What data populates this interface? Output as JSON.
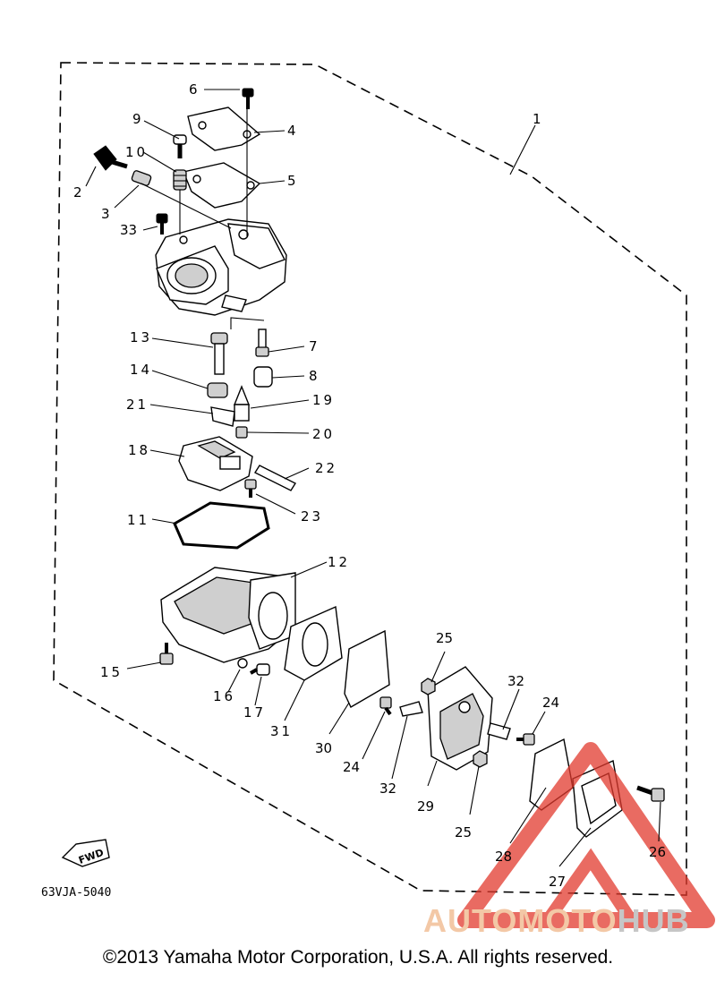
{
  "diagram_code": "63VJA-5040",
  "copyright": "©2013 Yamaha Motor Corporation, U.S.A. All rights reserved.",
  "watermark": {
    "part_a": "AUTOMOTO",
    "part_b": "HUB",
    "color_a": "#f3c8a6",
    "color_b": "#c6c6c6",
    "triangle_color": "#e23a2e"
  },
  "fwd_arrow_label": "FWD",
  "callouts": {
    "c1": "1",
    "c2": "2",
    "c3": "3",
    "c4": "4",
    "c5": "5",
    "c6": "6",
    "c7": "7",
    "c8": "8",
    "c9": "9",
    "c10": "10",
    "c11": "11",
    "c12": "12",
    "c13": "13",
    "c14": "14",
    "c15": "15",
    "c16": "16",
    "c17": "17",
    "c18": "18",
    "c19": "19",
    "c20": "20",
    "c21": "21",
    "c22": "22",
    "c23": "23",
    "c24a": "24",
    "c24b": "24",
    "c25a": "25",
    "c25b": "25",
    "c26": "26",
    "c27": "27",
    "c28": "28",
    "c29": "29",
    "c30": "30",
    "c31": "31",
    "c32a": "32",
    "c32b": "32",
    "c33": "33"
  }
}
